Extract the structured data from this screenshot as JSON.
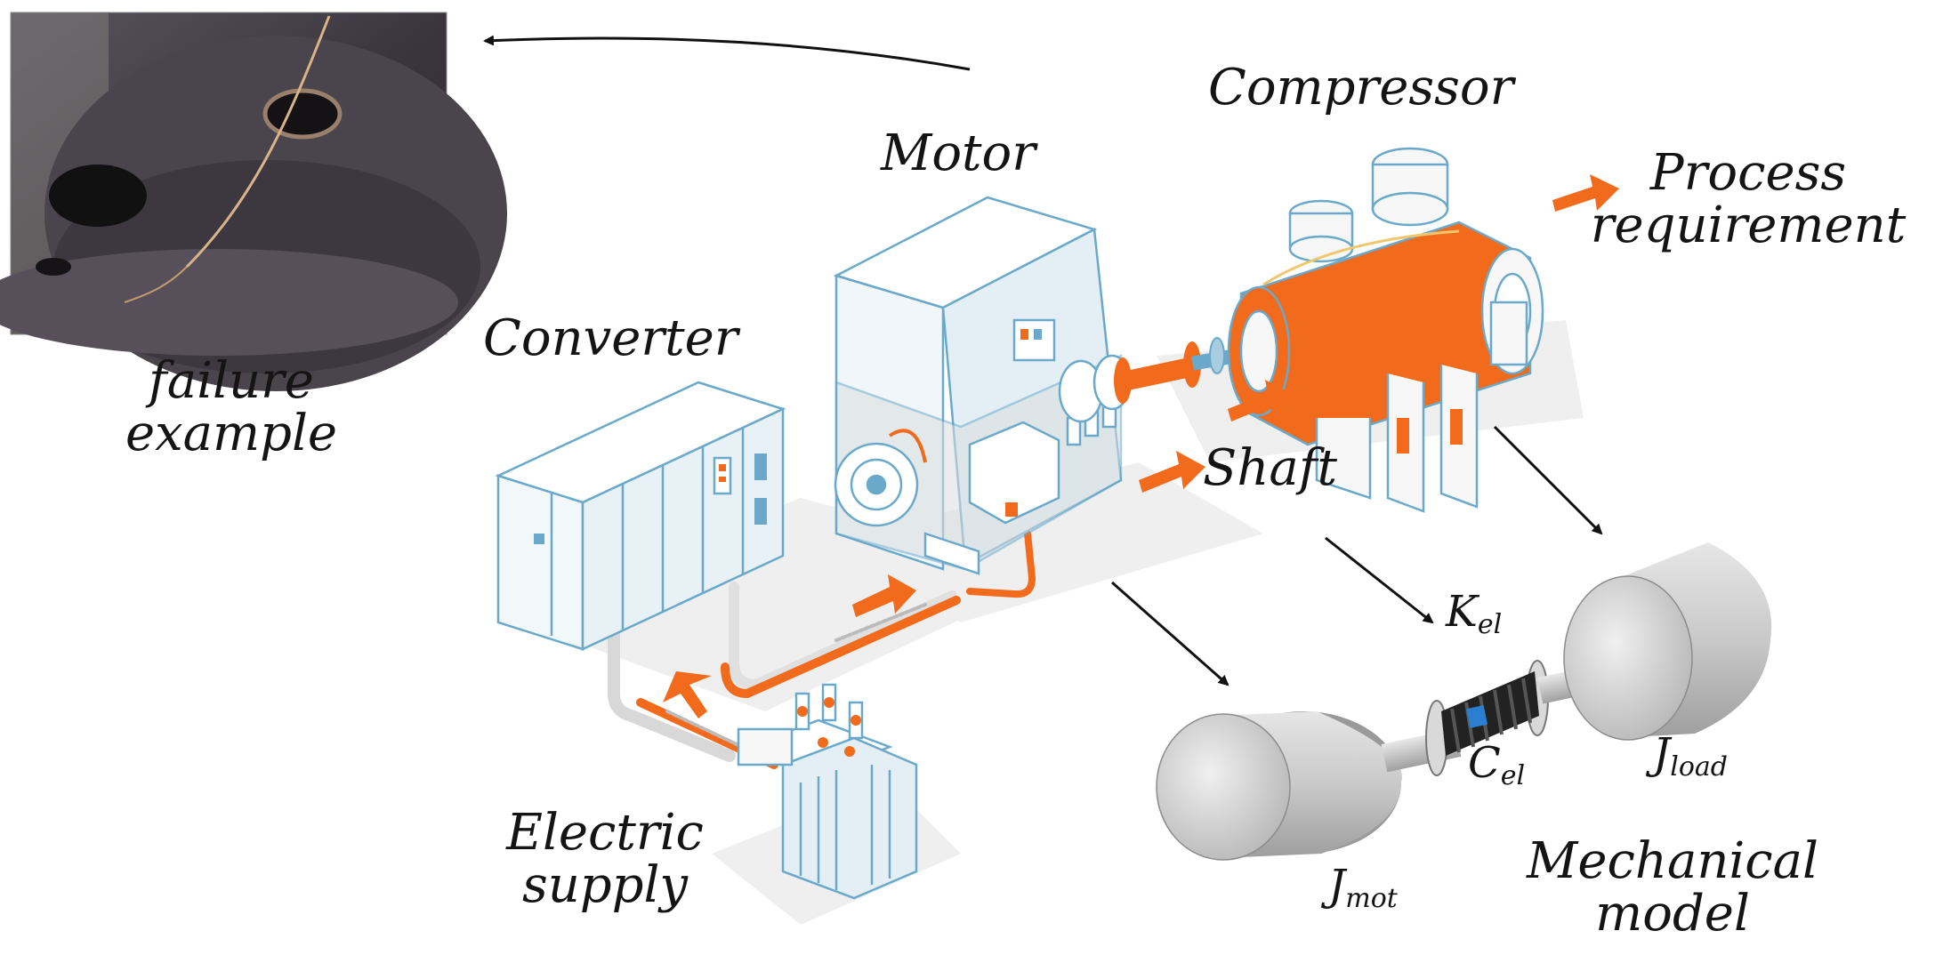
{
  "labels": {
    "failure_line1": "failure",
    "failure_line2": "example",
    "converter": "Converter",
    "motor": "Motor",
    "compressor": "Compressor",
    "process_line1": "Process",
    "process_line2": "requirement",
    "shaft": "Shaft",
    "electric_line1": "Electric",
    "electric_line2": "supply",
    "mechanical_line1": "Mechanical",
    "mechanical_line2": "model"
  },
  "symbols": {
    "k_el": {
      "base": "K",
      "sub": "el"
    },
    "c_el": {
      "base": "C",
      "sub": "el"
    },
    "j_mot": {
      "base": "J",
      "sub": "mot"
    },
    "j_load": {
      "base": "J",
      "sub": "load"
    }
  },
  "colors": {
    "accent_orange": "#f26a1b",
    "equipment_blue": "#6aa9c9",
    "equipment_fill": "#f2f7fa",
    "shadow_gray": "#eeeeee",
    "cylinder_gray": "#c8c8c8",
    "text": "#141414"
  }
}
